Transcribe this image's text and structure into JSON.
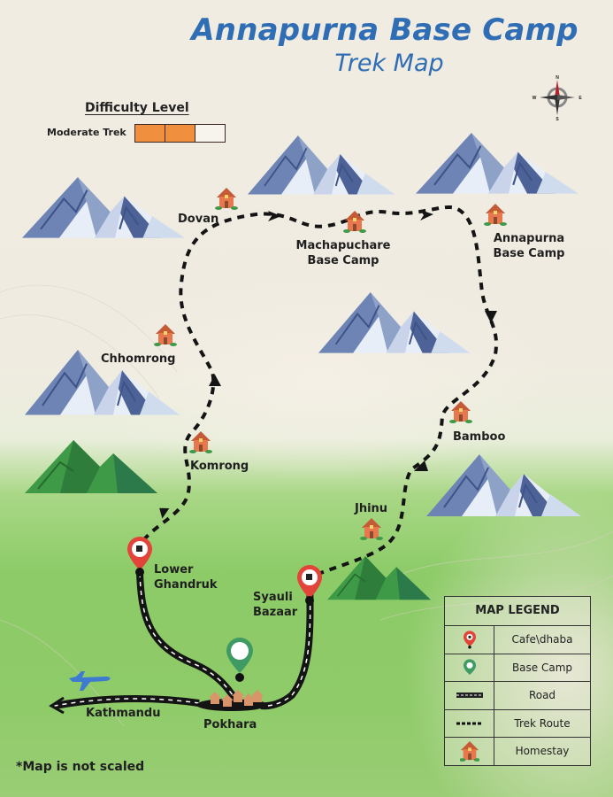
{
  "header": {
    "title": "Annapurna Base Camp",
    "subtitle": "Trek Map"
  },
  "difficulty": {
    "title": "Difficulty Level",
    "label": "Moderate Trek",
    "level": 2,
    "max": 3,
    "fill_color": "#f0903e"
  },
  "compass": {
    "n": "N",
    "s": "S",
    "e": "E",
    "w": "W"
  },
  "places": {
    "dovan": "Dovan",
    "machapuchare_1": "Machapuchare",
    "machapuchare_2": "Base Camp",
    "abc_1": "Annapurna",
    "abc_2": "Base Camp",
    "chhomrong": "Chhomrong",
    "bamboo": "Bamboo",
    "komrong": "Komrong",
    "jhinu": "Jhinu",
    "lower_ghandruk_1": "Lower",
    "lower_ghandruk_2": "Ghandruk",
    "syauli_1": "Syauli",
    "syauli_2": "Bazaar",
    "kathmandu": "Kathmandu",
    "pokhara": "Pokhara"
  },
  "legend": {
    "title": "MAP LEGEND",
    "items": [
      {
        "icon": "cafe-pin-icon",
        "label": "Cafe\\dhaba"
      },
      {
        "icon": "base-camp-pin-icon",
        "label": "Base Camp"
      },
      {
        "icon": "road-icon",
        "label": "Road"
      },
      {
        "icon": "trek-route-icon",
        "label": "Trek Route"
      },
      {
        "icon": "homestay-icon",
        "label": "Homestay"
      }
    ]
  },
  "note": "*Map is not scaled",
  "colors": {
    "title_blue": "#2f6db5",
    "cafe_red": "#e2443a",
    "basecamp_green": "#3f9a64",
    "homestay_orange": "#e0734a"
  }
}
